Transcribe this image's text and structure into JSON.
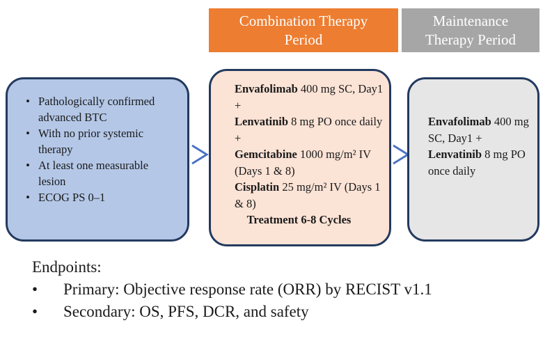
{
  "headers": {
    "combination": {
      "line1": "Combination Therapy",
      "line2": "Period",
      "color": "#ed7d31"
    },
    "maintenance": {
      "line1": "Maintenance",
      "line2": "Therapy Period",
      "color": "#a6a6a6"
    }
  },
  "eligibility": {
    "items": [
      "Pathologically confirmed advanced BTC",
      "With no prior systemic therapy",
      "At least one measurable lesion",
      "ECOG PS 0–1"
    ],
    "color": "#b4c7e7"
  },
  "combination": {
    "envafolimab": {
      "drug": "Envafolimab",
      "dose": " 400 mg SC, Day1 +"
    },
    "lenvatinib": {
      "drug": "Lenvatinib",
      "dose": " 8 mg PO once daily +"
    },
    "gemcitabine": {
      "drug": "Gemcitabine",
      "dose": " 1000 mg/m² IV (Days 1 & 8)"
    },
    "cisplatin": {
      "drug": "Cisplatin",
      "dose": " 25 mg/m² IV (Days 1 & 8)"
    },
    "cycles": "Treatment 6-8 Cycles",
    "color": "#fbe3d6"
  },
  "maintenance": {
    "envafolimab": {
      "drug": "Envafolimab",
      "dose": " 400 mg SC, Day1 +"
    },
    "lenvatinib": {
      "drug": "Lenvatinib",
      "dose": " 8 mg PO once daily"
    },
    "color": "#e7e6e6"
  },
  "endpoints": {
    "title": "Endpoints:",
    "primary": "Primary: Objective response rate (ORR) by RECIST v1.1",
    "secondary": "Secondary: OS, PFS, DCR, and safety"
  },
  "icons": {
    "arrow": "chevron-right-arrow-icon",
    "bullet": "bullet-icon"
  }
}
